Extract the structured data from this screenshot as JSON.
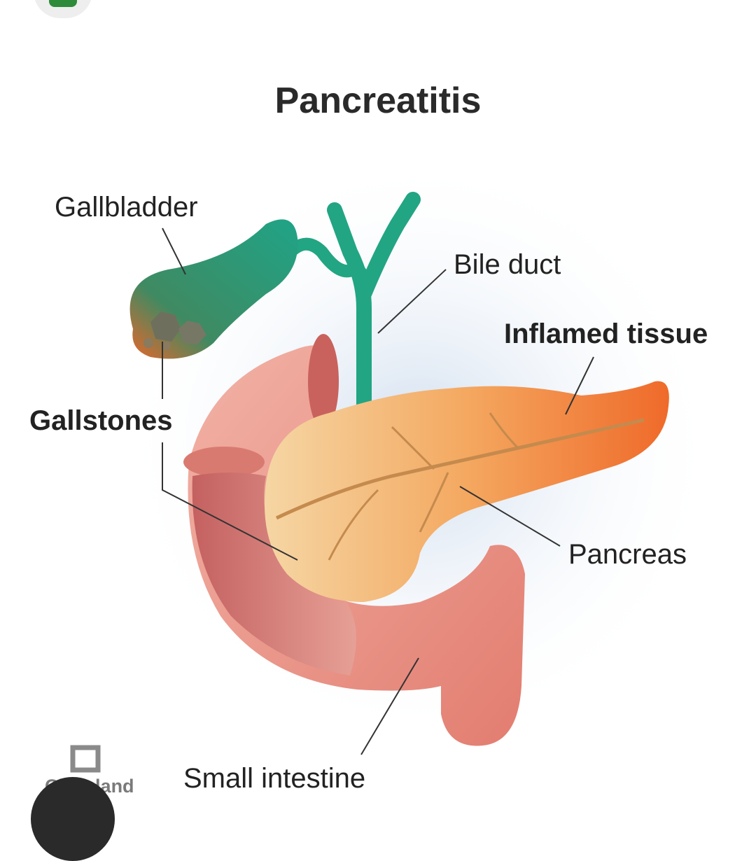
{
  "title": "Pancreatitis",
  "labels": {
    "gallbladder": "Gallbladder",
    "bile_duct": "Bile duct",
    "inflamed_tissue": "Inflamed tissue",
    "gallstones": "Gallstones",
    "pancreas": "Pancreas",
    "small_intestine": "Small intestine"
  },
  "logo": {
    "text": "Cleveland",
    "icon": "cleveland-clinic-cross-icon"
  },
  "colors": {
    "gallbladder": "#1f9a7c",
    "pancreas": "#f2b05a",
    "inflamed": "#ef6a2a",
    "intestine": "#e98f84",
    "leader_line": "#333333",
    "glow": "#dbe6f2"
  }
}
